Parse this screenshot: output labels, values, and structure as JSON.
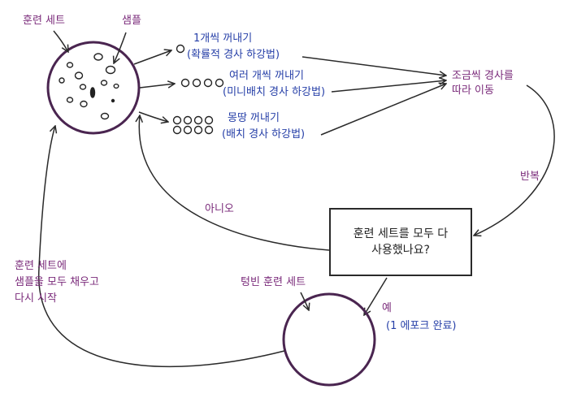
{
  "labels": {
    "training_set": "훈련 세트",
    "samples": "샘플",
    "one_pick": "1개씩 꺼내기",
    "sgd": "(확률적 경사 하강법)",
    "several_pick": "여러 개씩 꺼내기",
    "minibatch": "(미니배치 경사 하강법)",
    "all_pick": "몽땅 꺼내기",
    "batch": "(배치 경사 하강법)",
    "move_line1": "조금씩 경사를",
    "move_line2": "따라 이동",
    "repeat": "반복",
    "question": "훈련 세트를 모두 다\n사용했나요?",
    "no": "아니오",
    "yes": "예",
    "epoch": "(1 에포크 완료)",
    "empty_set": "텅빈 훈련 세트",
    "refill_line1": "훈련 세트에",
    "refill_line2": "샘플을 모두 채우고",
    "refill_line3": "다시 시작"
  },
  "colors": {
    "ink": "#2a2a2a",
    "circle": "#4a2550",
    "label_purple": "#7a2a7a",
    "label_blue": "#2740a8"
  }
}
